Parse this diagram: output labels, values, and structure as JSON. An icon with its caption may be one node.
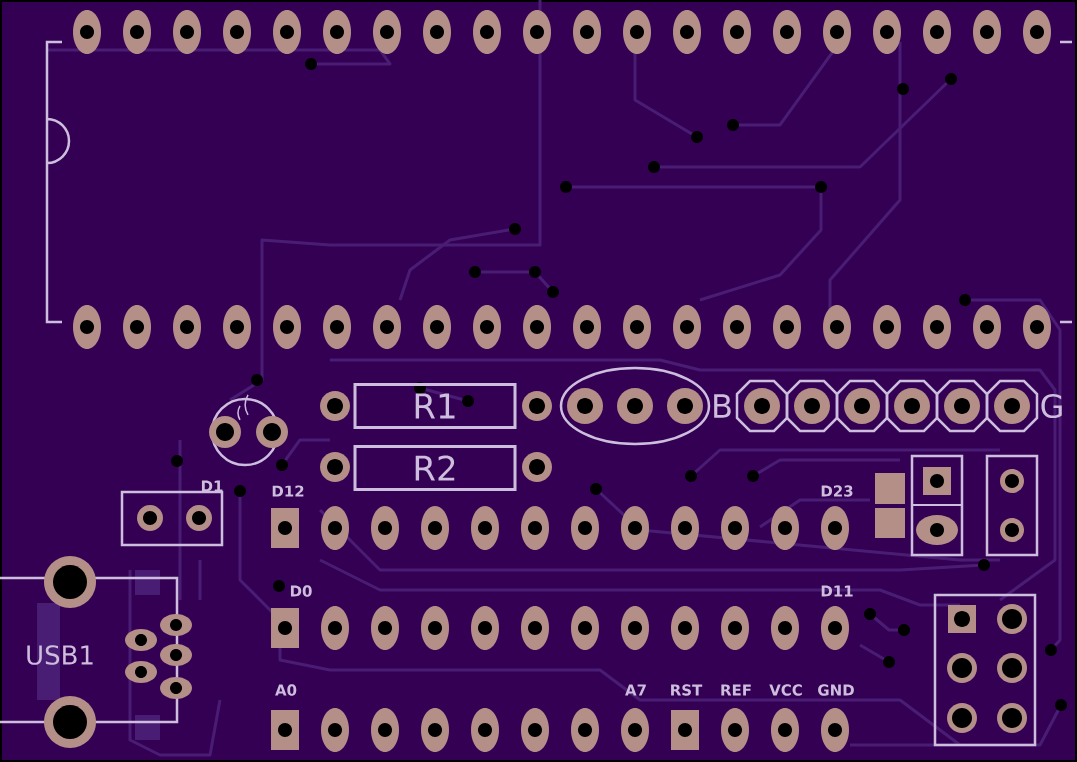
{
  "diagram": {
    "nodes": [
      {
        "text": [
          "R1"
        ]
      },
      {
        "text": [
          "R2"
        ]
      }
    ],
    "labels": [
      "B",
      "G",
      "D1",
      "D12",
      "D23",
      "D0",
      "D11",
      "USB1",
      "A0",
      "A7",
      "RST",
      "REF",
      "VCC",
      "GND"
    ]
  }
}
